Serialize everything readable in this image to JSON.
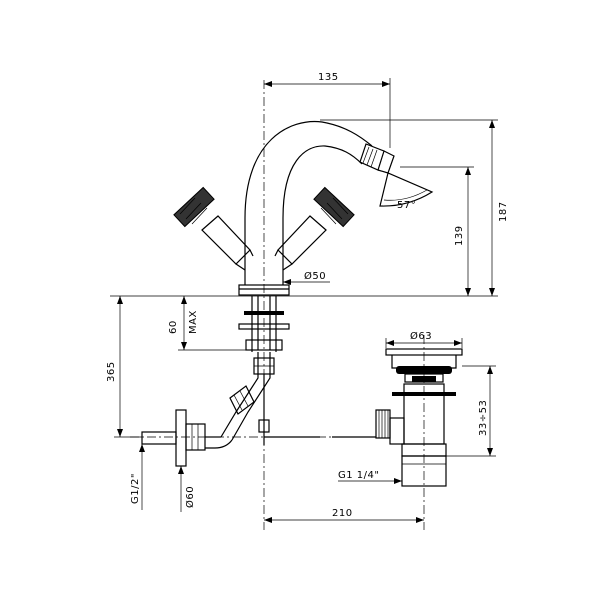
{
  "dimensions": {
    "spout_reach": "135",
    "total_height": "187",
    "spout_height": "139",
    "spray_angle": "57°",
    "body_diameter": "Ø50",
    "max_deck_thickness": "60",
    "max_label": "MAX",
    "supply_length": "365",
    "waste_diameter": "Ø63",
    "waste_adjust": "33÷53",
    "waste_thread": "G1 1/4\"",
    "centre_distance": "210",
    "inlet_thread": "G1/2\"",
    "rosette_diameter": "Ø60"
  }
}
